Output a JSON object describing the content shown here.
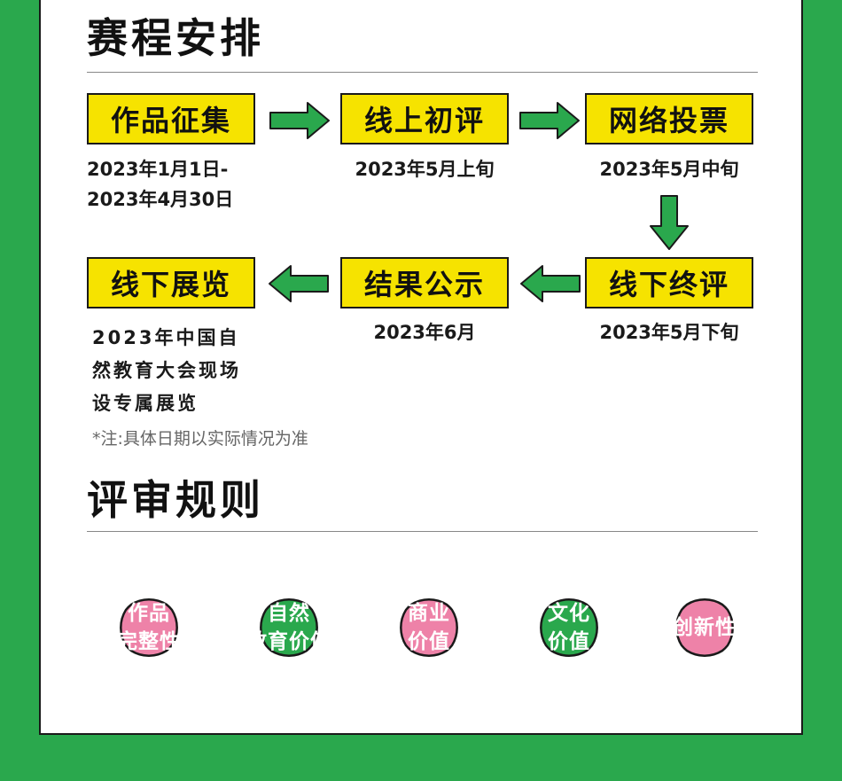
{
  "colors": {
    "background": "#2aa84d",
    "step_fill": "#f6e300",
    "arrow": "#2aa84d",
    "flower_pink": "#ee82a8",
    "flower_green": "#2aa84d"
  },
  "schedule": {
    "title": "赛程安排",
    "steps": [
      {
        "label": "作品征集",
        "date_lines": [
          "2023年1月1日-",
          "2023年4月30日"
        ]
      },
      {
        "label": "线上初评",
        "date_lines": [
          "2023年5月上旬"
        ]
      },
      {
        "label": "网络投票",
        "date_lines": [
          "2023年5月中旬"
        ]
      },
      {
        "label": "线下终评",
        "date_lines": [
          "2023年5月下旬"
        ]
      },
      {
        "label": "结果公示",
        "date_lines": [
          "2023年6月"
        ]
      },
      {
        "label": "线下展览",
        "date_lines": [
          "2023年中国自",
          "然教育大会现场",
          "设专属展览"
        ]
      }
    ],
    "note": "*注:具体日期以实际情况为准"
  },
  "rules": {
    "title": "评审规则",
    "criteria": [
      {
        "label": "作品\n完整性",
        "color": "pink"
      },
      {
        "label": "自然\n教育价值",
        "color": "green"
      },
      {
        "label": "商业\n价值",
        "color": "pink"
      },
      {
        "label": "文化\n价值",
        "color": "green"
      },
      {
        "label": "创新性",
        "color": "pink"
      }
    ]
  }
}
